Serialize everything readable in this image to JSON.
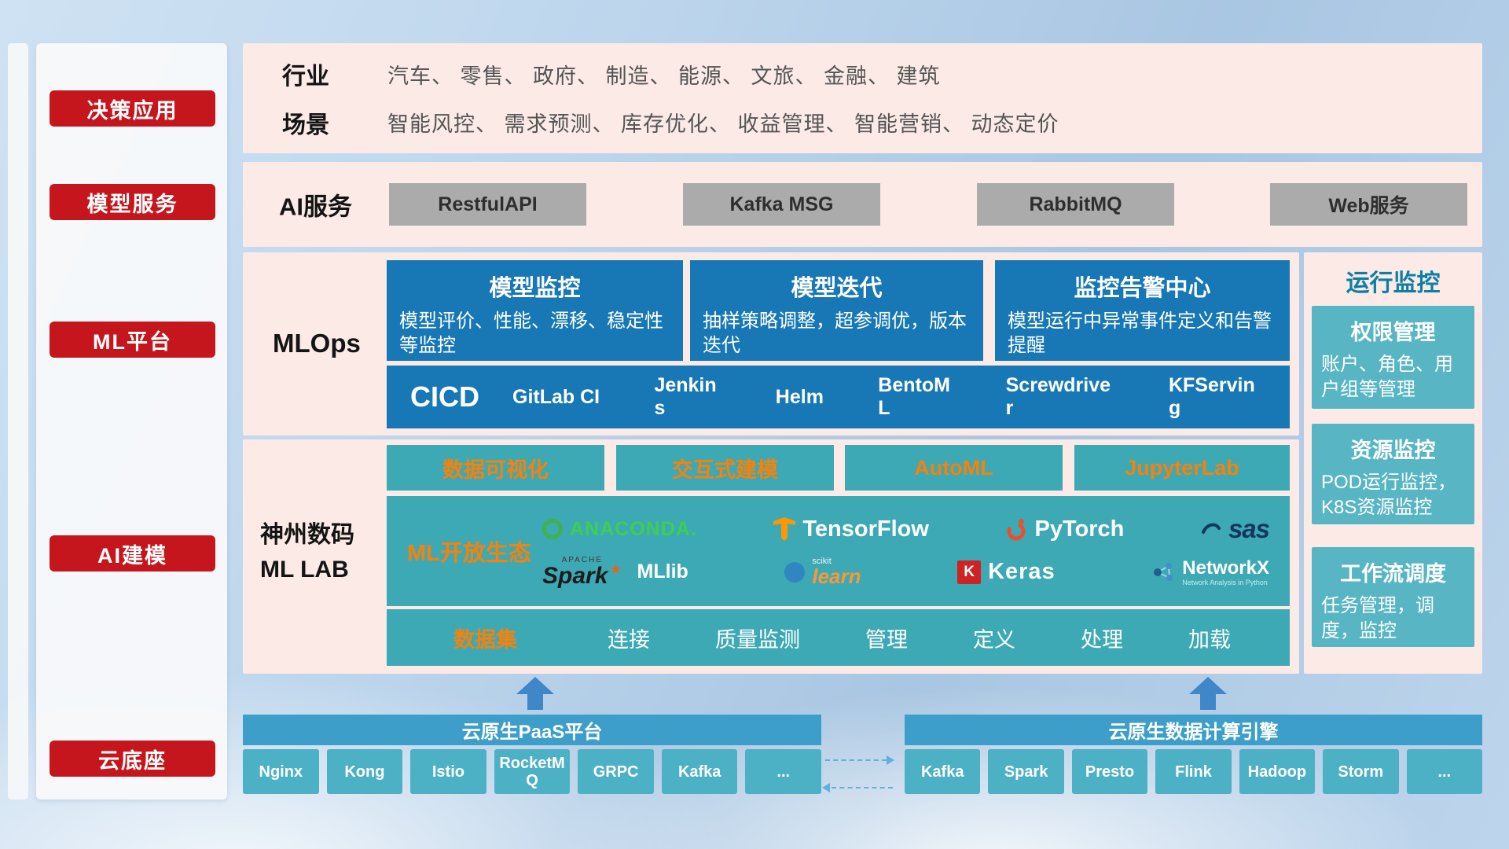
{
  "colors": {
    "accent_red": "#c5161d",
    "panel_pink": "#fbeae6",
    "deep_blue": "#1778b5",
    "teal": "#3da9b5",
    "teal_light": "#58b6c4",
    "bar_blue": "#3d9fc9",
    "chip_teal": "#4db1c6",
    "gray_button": "#ababab",
    "orange_accent": "#f5820b"
  },
  "sidebar": {
    "items": [
      "决策应用",
      "模型服务",
      "ML平台",
      "AI建模",
      "云底座"
    ]
  },
  "industry": {
    "row1_label": "行业",
    "row1_text": "汽车、 零售、 政府、 制造、 能源、 文旅、 金融、 建筑",
    "row2_label": "场景",
    "row2_text": "智能风控、 需求预测、 库存优化、 收益管理、 智能营销、 动态定价"
  },
  "ai_service": {
    "label": "AI服务",
    "buttons": [
      "RestfulAPI",
      "Kafka MSG",
      "RabbitMQ",
      "Web服务"
    ]
  },
  "mlops": {
    "label": "MLOps",
    "cards": [
      {
        "title": "模型监控",
        "desc": "模型评价、性能、漂移、稳定性等监控"
      },
      {
        "title": "模型迭代",
        "desc": "抽样策略调整，超参调优，版本迭代"
      },
      {
        "title": "监控告警中心",
        "desc": "模型运行中异常事件定义和告警提醒"
      }
    ],
    "cicd_title": "CICD",
    "cicd_tools": [
      "GitLab CI",
      "Jenkins",
      "Helm",
      "BentoML",
      "Screwdriver",
      "KFServing"
    ]
  },
  "mllab": {
    "label_line1": "神州数码",
    "label_line2": "ML LAB",
    "top_buttons": [
      "数据可视化",
      "交互式建模",
      "AutoML",
      "JupyterLab"
    ],
    "eco_title": "ML开放生态",
    "logos": {
      "anaconda": "ANACONDA.",
      "tensorflow": "TensorFlow",
      "pytorch": "PyTorch",
      "sas": "sas",
      "spark_apache": "APACHE",
      "spark": "Spark",
      "spark_star": "★",
      "spark_mllib": "MLlib",
      "sklearn_top": "scikit",
      "sklearn": "learn",
      "keras_k": "K",
      "keras": "Keras",
      "networkx": "NetworkX",
      "networkx_sub": "Network Analysis in Python"
    },
    "dataset_title": "数据集",
    "dataset_items": [
      "连接",
      "质量监测",
      "管理",
      "定义",
      "处理",
      "加载"
    ]
  },
  "monitor": {
    "title": "运行监控",
    "cards": [
      {
        "title": "权限管理",
        "desc": "账户、角色、用户组等管理"
      },
      {
        "title": "资源监控",
        "desc": "POD运行监控，K8S资源监控"
      },
      {
        "title": "工作流调度",
        "desc": "任务管理，调度，监控"
      }
    ]
  },
  "cloud": {
    "paas_title": "云原生PaaS平台",
    "paas_items": [
      "Nginx",
      "Kong",
      "Istio",
      "RocketMQ",
      "GRPC",
      "Kafka",
      "..."
    ],
    "engine_title": "云原生数据计算引擎",
    "engine_items": [
      "Kafka",
      "Spark",
      "Presto",
      "Flink",
      "Hadoop",
      "Storm",
      "..."
    ]
  }
}
